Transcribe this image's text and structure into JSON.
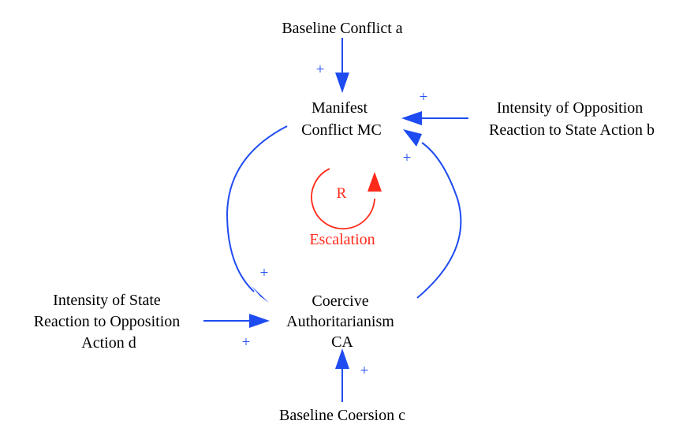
{
  "colors": {
    "link": "#1f4cf0",
    "loop": "#ff2a1a",
    "text": "#000000",
    "background": "#ffffff"
  },
  "nodes": {
    "baseline_conflict": {
      "lines": [
        "Baseline Conflict a"
      ]
    },
    "manifest_conflict": {
      "lines": [
        "Manifest",
        "Conflict MC"
      ]
    },
    "opposition_reaction": {
      "lines": [
        "Intensity of Opposition",
        "Reaction to State Action b"
      ]
    },
    "coercive_authoritarianism": {
      "lines": [
        "Coercive",
        "Authoritarianism",
        "CA"
      ]
    },
    "state_reaction": {
      "lines": [
        "Intensity of State",
        "Reaction to Opposition",
        "Action d"
      ]
    },
    "baseline_coercion": {
      "lines": [
        "Baseline Coersion c"
      ]
    }
  },
  "links": [
    {
      "from": "baseline_conflict",
      "to": "manifest_conflict",
      "polarity": "+"
    },
    {
      "from": "opposition_reaction",
      "to": "manifest_conflict",
      "polarity": "+"
    },
    {
      "from": "coercive_authoritarianism",
      "to": "manifest_conflict",
      "polarity": "+"
    },
    {
      "from": "manifest_conflict",
      "to": "coercive_authoritarianism",
      "polarity": "+"
    },
    {
      "from": "state_reaction",
      "to": "coercive_authoritarianism",
      "polarity": "+"
    },
    {
      "from": "baseline_coercion",
      "to": "coercive_authoritarianism",
      "polarity": "+"
    }
  ],
  "loop": {
    "symbol": "R",
    "label": "Escalation"
  }
}
